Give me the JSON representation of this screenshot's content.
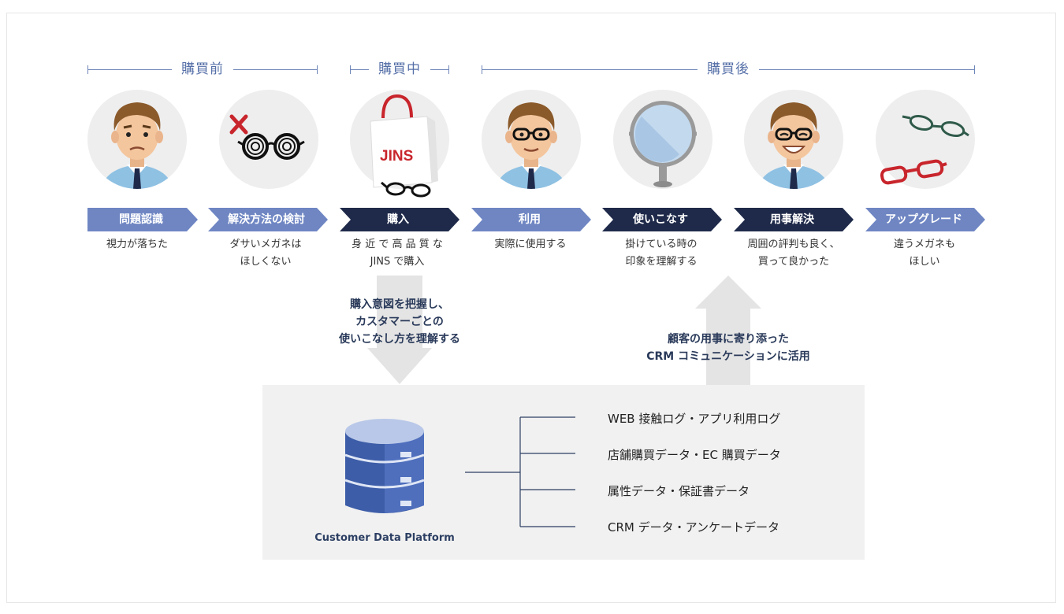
{
  "phases": [
    {
      "label": "購買前"
    },
    {
      "label": "購買中"
    },
    {
      "label": "購買後"
    }
  ],
  "steps": [
    {
      "title": "問題認識",
      "desc": [
        "視力が落ちた"
      ],
      "style": "light"
    },
    {
      "title": "解決方法の検討",
      "desc": [
        "ダサいメガネは",
        "ほしくない"
      ],
      "style": "light"
    },
    {
      "title": "購入",
      "desc": [
        "身 近 で 高 品 質 な",
        "JINS で購入"
      ],
      "style": "dark"
    },
    {
      "title": "利用",
      "desc": [
        "実際に使用する"
      ],
      "style": "light"
    },
    {
      "title": "使いこなす",
      "desc": [
        "掛けている時の",
        "印象を理解する"
      ],
      "style": "dark"
    },
    {
      "title": "用事解決",
      "desc": [
        "周囲の評判も良く、",
        "買って良かった"
      ],
      "style": "dark"
    },
    {
      "title": "アップグレード",
      "desc": [
        "違うメガネも",
        "ほしい"
      ],
      "style": "light"
    }
  ],
  "bag_text": "JINS",
  "down_note": [
    "購入意図を把握し、",
    "カスタマーごとの",
    "使いこなし方を理解する"
  ],
  "up_note": [
    "顧客の用事に寄り添った",
    "CRM コミュニケーションに活用"
  ],
  "cdp_label": "Customer Data Platform",
  "data_items": [
    "WEB 接触ログ・アプリ利用ログ",
    "店舗購買データ・EC 購買データ",
    "属性データ・保証書データ",
    "CRM データ・アンケートデータ"
  ],
  "colors": {
    "light_step": "#6f86c3",
    "dark_step": "#1f2a4a",
    "phase_line": "#6f86b8",
    "arrow": "#e4e4e4",
    "panel": "#f1f1f1",
    "db_blue": "#3d5da8",
    "db_top": "#b9c8e8"
  },
  "icons": [
    "worried-man-icon",
    "bad-glasses-icon",
    "shopping-bag-icon",
    "man-with-glasses-icon",
    "mirror-icon",
    "happy-man-icon",
    "new-glasses-icon",
    "database-icon"
  ]
}
